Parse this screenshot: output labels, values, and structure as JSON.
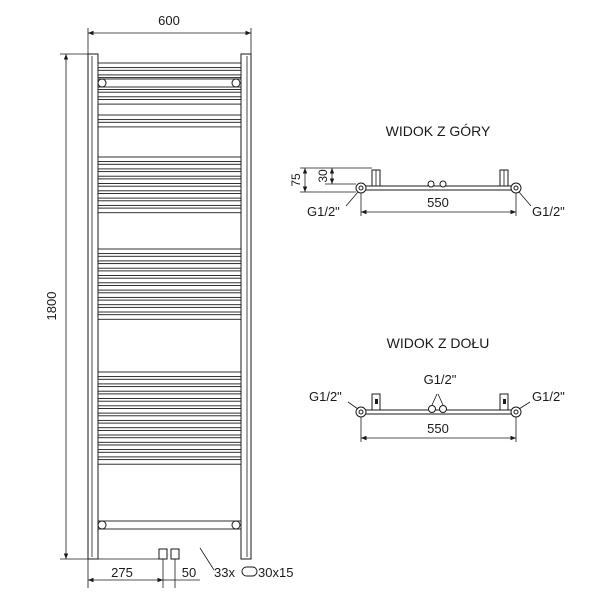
{
  "front_view": {
    "width_dim": "600",
    "height_dim": "1800",
    "bottom_dim_left": "275",
    "bottom_dim_right": "50",
    "tube_spec": "33x",
    "tube_profile": "30x15",
    "profile_icon": "oval-profile-icon"
  },
  "top_view": {
    "title": "WIDOK Z GÓRY",
    "dim_75": "75",
    "dim_30": "30",
    "dim_550": "550",
    "connection_left": "G1/2\"",
    "connection_right": "G1/2\""
  },
  "bottom_view": {
    "title": "WIDOK Z DOŁU",
    "dim_550": "550",
    "connection_left": "G1/2\"",
    "connection_center": "G1/2\"",
    "connection_right": "G1/2\""
  },
  "colors": {
    "line": "#1a1a1a",
    "background": "#ffffff"
  }
}
